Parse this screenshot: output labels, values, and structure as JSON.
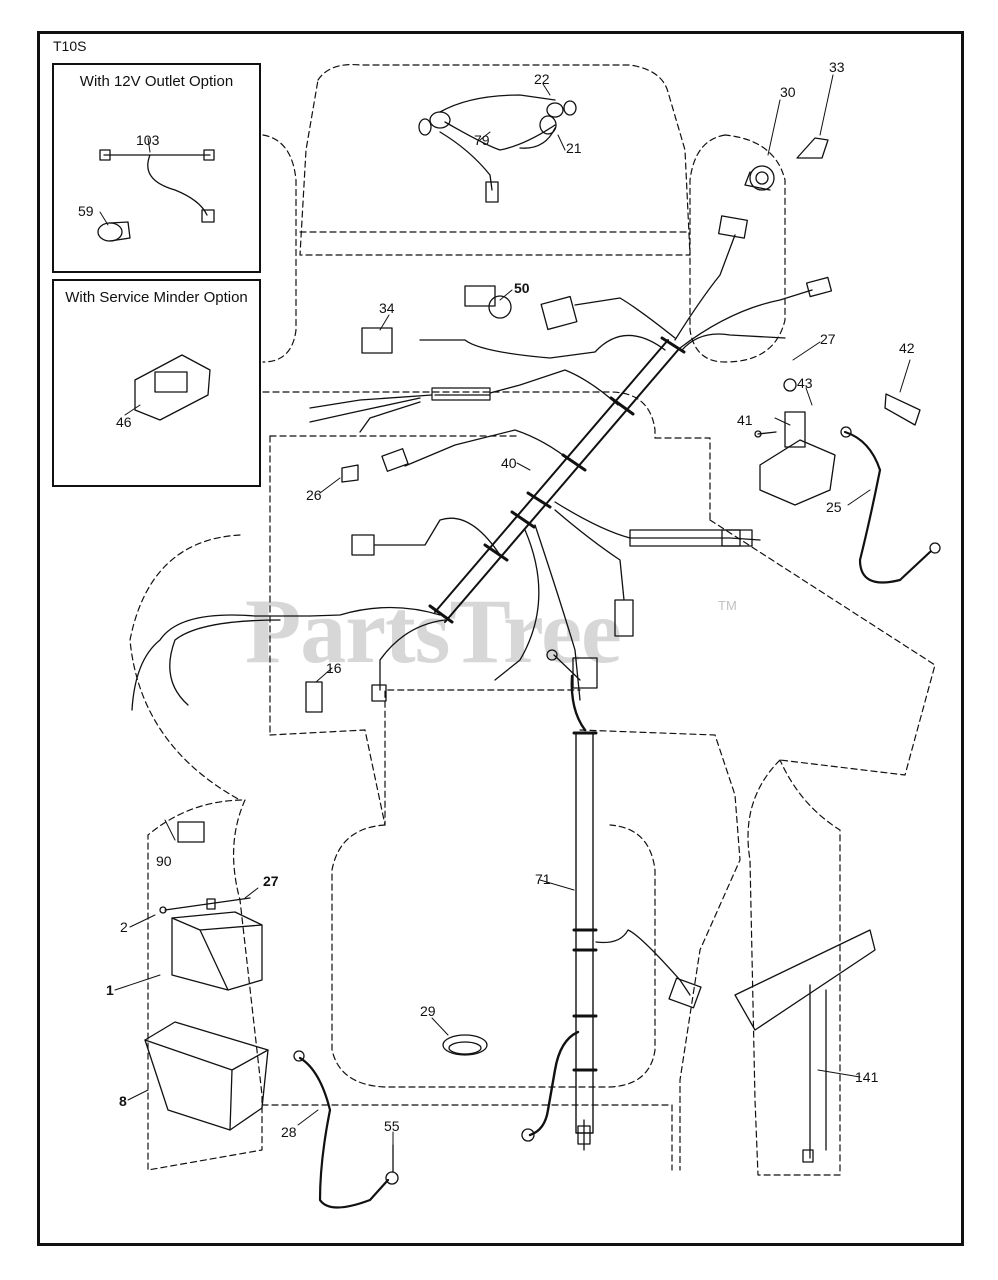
{
  "diagram_code": "T10S",
  "options": [
    {
      "title": "With 12V Outlet Option"
    },
    {
      "title": "With Service Minder Option"
    }
  ],
  "watermark": {
    "text": "PartsTree",
    "trademark": "TM"
  },
  "callouts": [
    {
      "id": "1",
      "text": "1",
      "bold": true
    },
    {
      "id": "2",
      "text": "2"
    },
    {
      "id": "8",
      "text": "8",
      "bold": true
    },
    {
      "id": "16",
      "text": "16"
    },
    {
      "id": "21",
      "text": "21"
    },
    {
      "id": "22",
      "text": "22"
    },
    {
      "id": "25",
      "text": "25"
    },
    {
      "id": "26",
      "text": "26"
    },
    {
      "id": "27a",
      "text": "27"
    },
    {
      "id": "27b",
      "text": "27",
      "bold": true
    },
    {
      "id": "28",
      "text": "28"
    },
    {
      "id": "29",
      "text": "29"
    },
    {
      "id": "30",
      "text": "30"
    },
    {
      "id": "33",
      "text": "33"
    },
    {
      "id": "34",
      "text": "34"
    },
    {
      "id": "40",
      "text": "40"
    },
    {
      "id": "41",
      "text": "41"
    },
    {
      "id": "42",
      "text": "42"
    },
    {
      "id": "43",
      "text": "43"
    },
    {
      "id": "46",
      "text": "46"
    },
    {
      "id": "50",
      "text": "50",
      "bold": true
    },
    {
      "id": "55",
      "text": "55"
    },
    {
      "id": "59",
      "text": "59"
    },
    {
      "id": "71",
      "text": "71"
    },
    {
      "id": "79",
      "text": "79"
    },
    {
      "id": "90",
      "text": "90"
    },
    {
      "id": "103",
      "text": "103"
    },
    {
      "id": "141",
      "text": "141"
    }
  ]
}
